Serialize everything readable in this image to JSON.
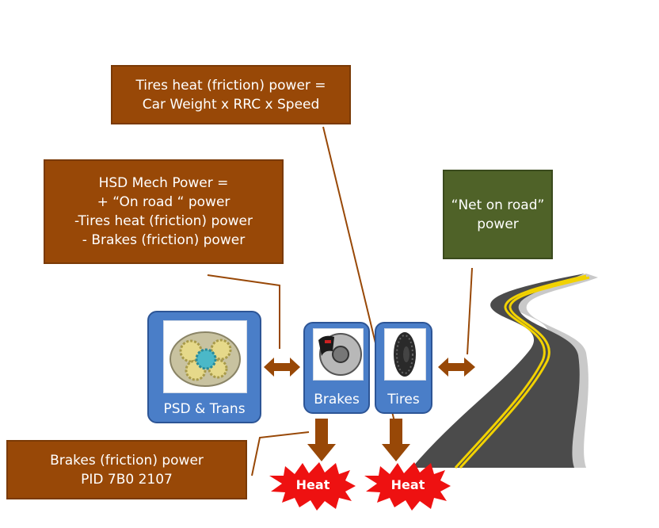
{
  "callouts": {
    "tires_heat": {
      "lines": [
        "Tires heat (friction) power =",
        "Car Weight x RRC x Speed"
      ]
    },
    "hsd_mech": {
      "lines": [
        "HSD Mech Power =",
        "+ “On road “ power",
        "-Tires heat (friction) power",
        "- Brakes (friction) power"
      ]
    },
    "net_on_road": {
      "lines": [
        "“Net on road”",
        "power"
      ]
    },
    "brakes_friction": {
      "lines": [
        "Brakes (friction) power",
        "PID 7B0 2107"
      ]
    }
  },
  "components": {
    "psd": {
      "label": "PSD & Trans",
      "icon": "gear-icon"
    },
    "brakes": {
      "label": "Brakes",
      "icon": "brake-disc-icon"
    },
    "tires": {
      "label": "Tires",
      "icon": "tire-icon"
    }
  },
  "heat_bursts": [
    {
      "label": "Heat"
    },
    {
      "label": "Heat"
    }
  ],
  "colors": {
    "callout_brown": "#984807",
    "net_green": "#4f6228",
    "panel_blue": "#4a7ec8",
    "arrow_brown": "#984807",
    "burst_red": "#ee1111"
  }
}
